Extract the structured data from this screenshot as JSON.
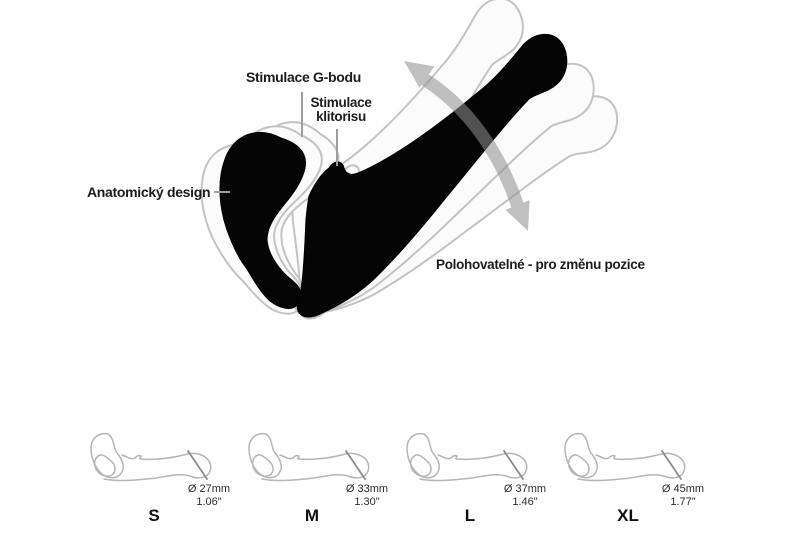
{
  "diagram": {
    "labels": {
      "g_spot": "Stimulace G-bodu",
      "clitoral": [
        "Stimulace",
        "klitorisu"
      ],
      "anatomic": "Anatomický design",
      "positionable": "Polohovatelné - pro změnu pozice"
    },
    "colors": {
      "product": "#050505",
      "ghost_fill": "#fbfbfb",
      "ghost_stroke": "#c3c3c3",
      "arrow": "#8f8f8f",
      "leader_line": "#9e9e9e",
      "outline_drawing": "#b5b5b5",
      "measure_line": "#8c8c8c",
      "text": "#1c1c1c"
    }
  },
  "size_chart": {
    "items": [
      {
        "label": "S",
        "diameter": "Ø 27mm",
        "inches": "1.06\""
      },
      {
        "label": "M",
        "diameter": "Ø 33mm",
        "inches": "1.30\""
      },
      {
        "label": "L",
        "diameter": "Ø 37mm",
        "inches": "1.46\""
      },
      {
        "label": "XL",
        "diameter": "Ø 45mm",
        "inches": "1.77\""
      }
    ]
  }
}
